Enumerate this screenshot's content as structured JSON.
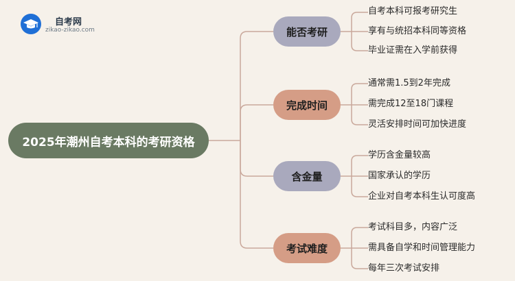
{
  "logo": {
    "name": "自考网",
    "url": "zikao-zikao.com"
  },
  "root": {
    "label": "2025年潮州自考本科的考研资格"
  },
  "branches": [
    {
      "label": "能否考研",
      "leaves": [
        "自考本科可报考研究生",
        "享有与统招本科同等资格",
        "毕业证需在入学前获得"
      ]
    },
    {
      "label": "完成时间",
      "leaves": [
        "通常需1.5到2年完成",
        "需完成12至18门课程",
        "灵活安排时间可加快进度"
      ]
    },
    {
      "label": "含金量",
      "leaves": [
        "学历含金量较高",
        "国家承认的学历",
        "企业对自考本科生认可度高"
      ]
    },
    {
      "label": "考试难度",
      "leaves": [
        "考试科目多，内容广泛",
        "需具备自学和时间管理能力",
        "每年三次考试安排"
      ]
    }
  ],
  "colors": {
    "root": "#6a7a63",
    "branch_gray": "#a9a9bd",
    "branch_brown": "#d59d86",
    "line": "#c9a89b",
    "background": "#f6f1ea"
  }
}
